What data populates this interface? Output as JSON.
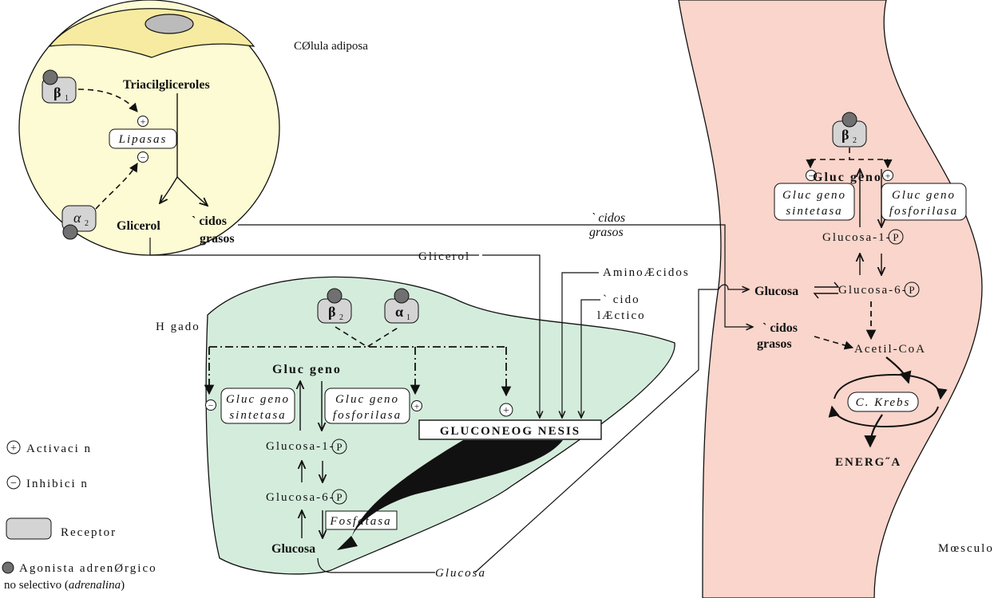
{
  "cell": {
    "label": "CØlula adiposa",
    "receptor_beta": "β",
    "receptor_beta_sub": "1",
    "receptor_alpha": "α",
    "receptor_alpha_sub": "2",
    "triacyl": "Triacilgliceroles",
    "lipasas": "Lipasas",
    "glicerol": "Glicerol",
    "acidos_1": "` cidos",
    "acidos_2": "grasos"
  },
  "liver": {
    "label": "H gado",
    "receptor_beta": "β",
    "receptor_beta_sub": "2",
    "receptor_alpha": "α",
    "receptor_alpha_sub": "1",
    "glucogeno": "Gluc geno",
    "sintetasa_1": "Gluc geno",
    "sintetasa_2": "sintetasa",
    "fosforilasa_1": "Gluc geno",
    "fosforilasa_2": "fosforilasa",
    "glucosa1": "Glucosa-1-",
    "glucosa6": "Glucosa-6-",
    "fosfatasa": "Fosfatasa",
    "glucosa": "Glucosa",
    "gluconeo": "GLUCONEOG NESIS"
  },
  "transport": {
    "acidos_1": "` cidos",
    "acidos_2": "grasos",
    "glicerol": "Glicerol",
    "aminoacidos": "AminoÆcidos",
    "lactico_1": "` cido",
    "lactico_2": "lÆctico",
    "glucosa": "Glucosa"
  },
  "muscle": {
    "label": "Mœsculo",
    "receptor_beta": "β",
    "receptor_beta_sub": "2",
    "glucogeno": "Gluc geno",
    "sintetasa_1": "Gluc geno",
    "sintetasa_2": "sintetasa",
    "fosforilasa_1": "Gluc geno",
    "fosforilasa_2": "fosforilasa",
    "glucosa1": "Glucosa-1-",
    "glucosa6": "Glucosa-6-",
    "glucosa": "Glucosa",
    "acidos_1": "` cidos",
    "acidos_2": "grasos",
    "acetil": "Acetil-CoA",
    "krebs": "C. Krebs",
    "energia": "ENERG˝A"
  },
  "symbols": {
    "plus": "+",
    "minus": "−",
    "phosphate": "P"
  },
  "legend": {
    "activacion": "Activaci n",
    "inhibicion": "Inhibici n",
    "receptor": "Receptor",
    "agonista_1": "Agonista adrenØrgico",
    "agonista_2": "no selectivo (",
    "agonista_3": "adrenalina",
    "agonista_4": ")"
  },
  "colors": {
    "cell_fill": "#fdfbd4",
    "cell_cap": "#f6eba0",
    "liver_fill": "#d4ecdc",
    "muscle_fill": "#f9d5cb",
    "receptor_fill": "#d4d4d4",
    "agonist_fill": "#707070"
  }
}
